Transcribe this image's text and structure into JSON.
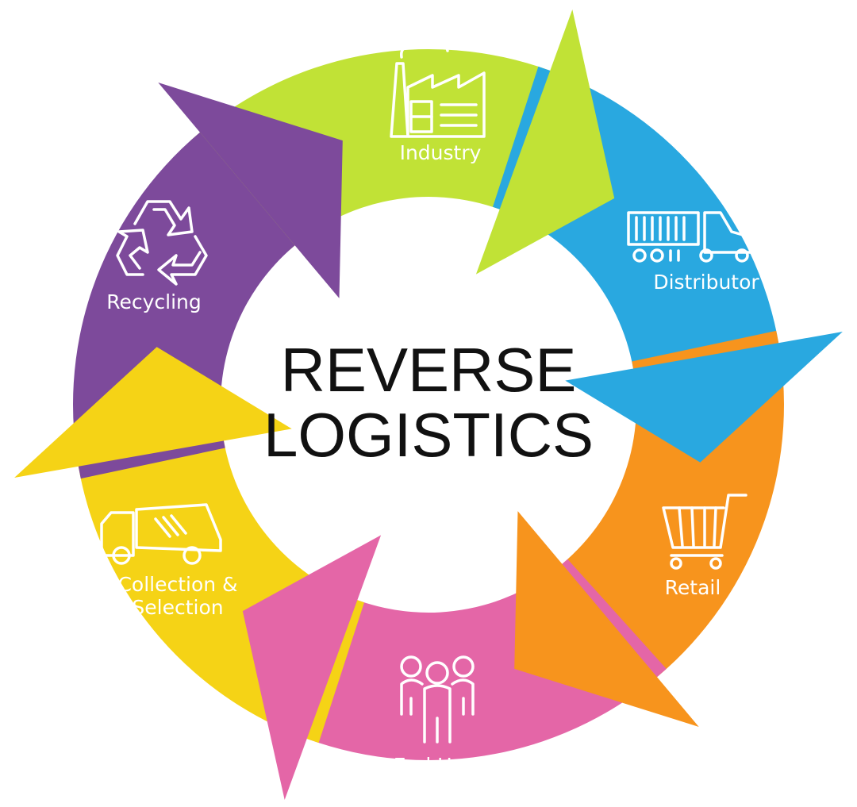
{
  "title": {
    "line1": "REVERSE",
    "line2": "LOGISTICS"
  },
  "stages": [
    {
      "label": "Industry",
      "color": "#c1e236",
      "icon": "factory-icon"
    },
    {
      "label": "Distributor",
      "color": "#29a8e0",
      "icon": "truck-icon"
    },
    {
      "label": "Retail",
      "color": "#f7941d",
      "icon": "shopping-cart-icon"
    },
    {
      "label": "End User",
      "color": "#e466a7",
      "icon": "people-icon"
    },
    {
      "label": "Collection &",
      "label2": "Selection",
      "color": "#f5d316",
      "icon": "garbage-truck-icon"
    },
    {
      "label": "Recycling",
      "color": "#7d4a9b",
      "icon": "recycle-icon"
    }
  ]
}
